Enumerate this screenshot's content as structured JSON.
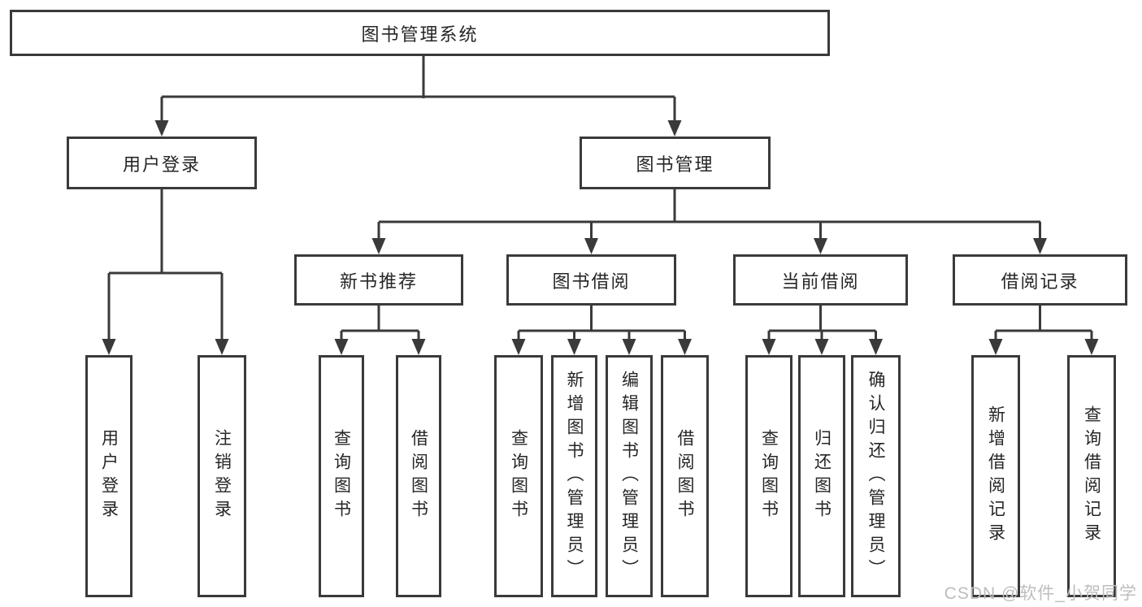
{
  "tree": {
    "label": "图书管理系统",
    "children": [
      {
        "label": "用户登录",
        "children": [
          {
            "label": "用户登录"
          },
          {
            "label": "注销登录"
          }
        ]
      },
      {
        "label": "图书管理",
        "children": [
          {
            "label": "新书推荐",
            "children": [
              {
                "label": "查询图书"
              },
              {
                "label": "借阅图书"
              }
            ]
          },
          {
            "label": "图书借阅",
            "children": [
              {
                "label": "查询图书"
              },
              {
                "label": "新增图书（管理员）"
              },
              {
                "label": "编辑图书（管理员）"
              },
              {
                "label": "借阅图书"
              }
            ]
          },
          {
            "label": "当前借阅",
            "children": [
              {
                "label": "查询图书"
              },
              {
                "label": "归还图书"
              },
              {
                "label": "确认归还（管理员）"
              }
            ]
          },
          {
            "label": "借阅记录",
            "children": [
              {
                "label": "新增借阅记录"
              },
              {
                "label": "查询借阅记录"
              }
            ]
          }
        ]
      }
    ]
  },
  "watermark": {
    "text": "CSDN @软件_小贺同学"
  },
  "colors": {
    "line": "#3a3a3a",
    "text": "#262626",
    "watermark": "#bdbdbd",
    "background": "#ffffff"
  }
}
